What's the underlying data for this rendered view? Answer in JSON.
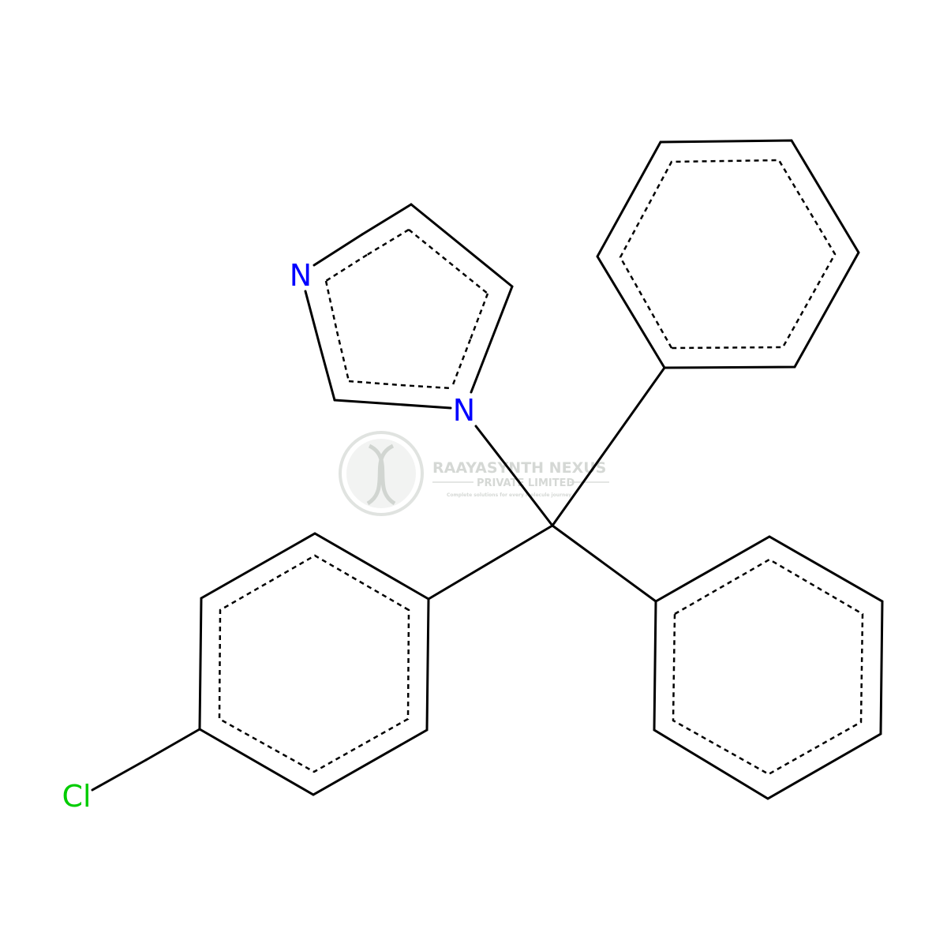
{
  "molecule": {
    "atom_labels": {
      "N1": "N",
      "N3": "N",
      "Cl": "Cl"
    },
    "colors": {
      "bond": "#000000",
      "nitrogen": "#0000ff",
      "chlorine": "#00cc00"
    }
  },
  "watermark": {
    "line1": "RAAYASYNTH NEXUS",
    "line2": "PRIVATE LIMITED",
    "line3": "Complete solutions for every molecule journey",
    "color": "#c8ccc8"
  }
}
